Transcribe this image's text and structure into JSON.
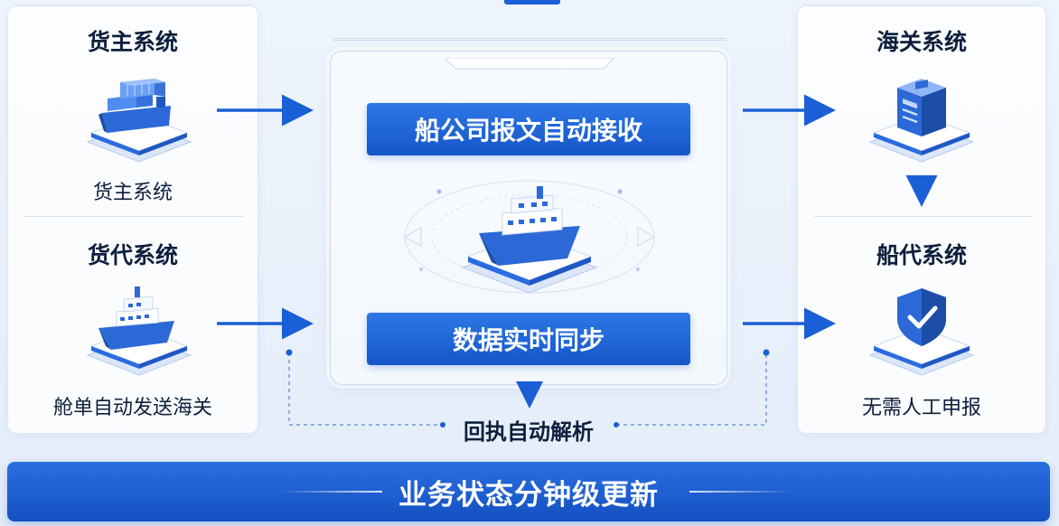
{
  "shipper": {
    "title": "货主系统",
    "caption": "货主系统"
  },
  "forwarder": {
    "title": "货代系统",
    "caption": "舱单自动发送海关"
  },
  "customs": {
    "title": "海关系统"
  },
  "agent": {
    "title": "船代系统",
    "caption": "无需人工申报"
  },
  "center": {
    "receive_label": "船公司报文自动接收",
    "sync_label": "数据实时同步",
    "reply_label": "回执自动解析"
  },
  "footer": {
    "label": "业务状态分钟级更新"
  },
  "icons": {
    "shipper": "container-ship-icon",
    "forwarder": "cargo-ship-icon",
    "center": "cruise-ship-icon",
    "customs": "customs-building-icon",
    "agent": "shield-check-icon"
  },
  "colors": {
    "primary": "#1556c9",
    "accent": "#2e77e6",
    "text": "#0d1f3c"
  }
}
